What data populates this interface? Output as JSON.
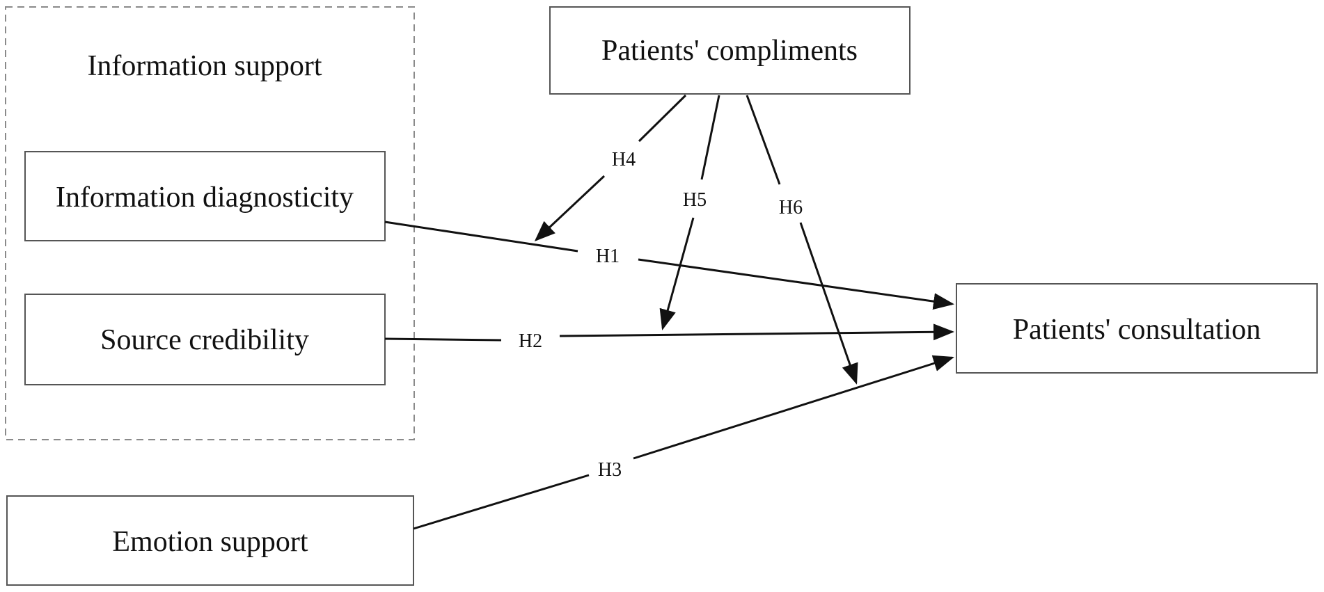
{
  "group": {
    "label": "Information support"
  },
  "nodes": {
    "compliments": "Patients' compliments",
    "diagnosticity": "Information diagnosticity",
    "credibility": "Source credibility",
    "emotion": "Emotion support",
    "consultation": "Patients' consultation"
  },
  "edges": {
    "h1": "H1",
    "h2": "H2",
    "h3": "H3",
    "h4": "H4",
    "h5": "H5",
    "h6": "H6"
  }
}
